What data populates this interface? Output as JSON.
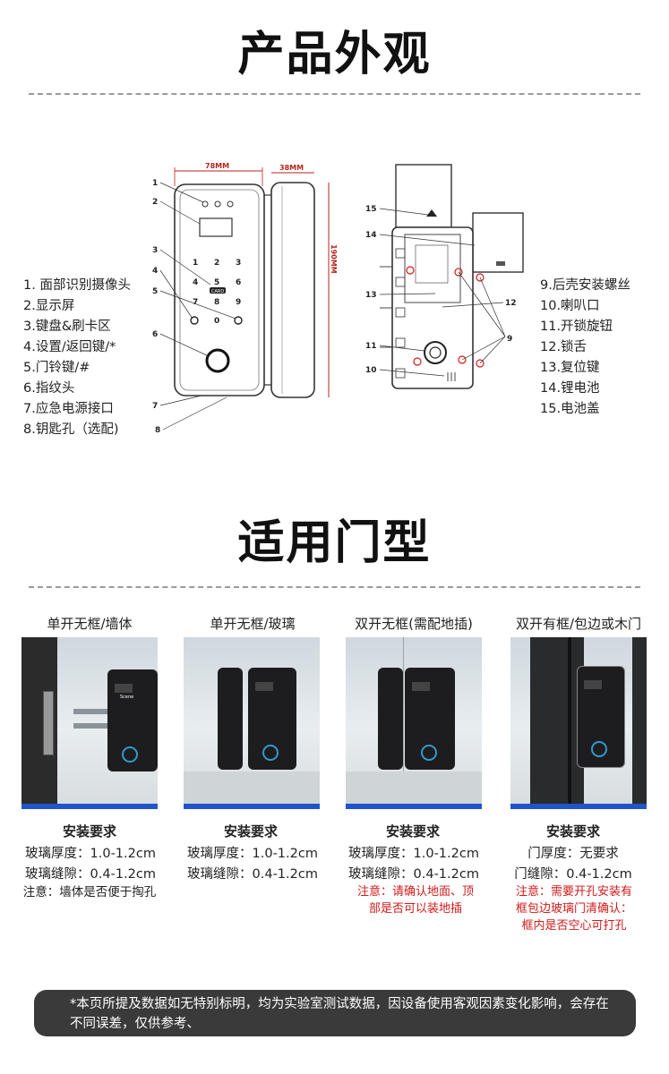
{
  "section1": {
    "title": "产品外观"
  },
  "diagram": {
    "dim_width_front": "78MM",
    "dim_width_side": "38MM",
    "dim_height": "190MM",
    "keypad_keys": [
      "1",
      "2",
      "3",
      "4",
      "5",
      "6",
      "7",
      "8",
      "9",
      "",
      "0",
      ""
    ],
    "card_label": "CARD",
    "left_callouts": [
      "1",
      "2",
      "3",
      "4",
      "5",
      "6",
      "7",
      "8"
    ],
    "right_callouts": [
      "15",
      "14",
      "13",
      "12",
      "11",
      "10",
      "9"
    ]
  },
  "legend_left": [
    "1. 面部识别摄像头",
    "2.显示屏",
    "3.键盘&刷卡区",
    "4.设置/返回键/*",
    "5.门铃键/#",
    "6.指纹头",
    "7.应急电源接口",
    "8.钥匙孔（选配)"
  ],
  "legend_right": [
    "9.后壳安装螺丝",
    "10.喇叭口",
    "11.开锁旋钮",
    "12.锁舌",
    "13.复位键",
    "14.锂电池",
    "15.电池盖"
  ],
  "section2": {
    "title": "适用门型"
  },
  "door_types": [
    {
      "title": "单开无框/墙体",
      "req_title": "安装要求",
      "lines": [
        "玻璃厚度：1.0-1.2cm",
        "玻璃缝隙：0.4-1.2cm"
      ],
      "note": "注意：墙体是否便于掏孔",
      "note_red": false
    },
    {
      "title": "单开无框/玻璃",
      "req_title": "安装要求",
      "lines": [
        "玻璃厚度：1.0-1.2cm",
        "玻璃缝隙：0.4-1.2cm"
      ],
      "note": "",
      "note_red": false
    },
    {
      "title": "双开无框(需配地插)",
      "req_title": "安装要求",
      "lines": [
        "玻璃厚度：1.0-1.2cm",
        "玻璃缝隙：0.4-1.2cm"
      ],
      "note": "注意：请确认地面、顶部是否可以装地插",
      "note_red": true
    },
    {
      "title": "双开有框/包边或木门",
      "req_title": "安装要求",
      "lines": [
        "门厚度：无要求",
        "门缝隙：0.4-1.2cm"
      ],
      "note": "注意：需要开孔安装有框包边玻璃门清确认：框内是否空心可打孔",
      "note_red": true
    }
  ],
  "lock_brand": "Scene",
  "disclaimer": "*本页所提及数据如无特别标明，均为实验室测试数据，因设备使用客观因素变化影响，会存在不同误差，仅供参考、",
  "colors": {
    "accent_blue": "#1f55c8",
    "note_red": "#d11a1a",
    "panel_dark": "#3a3a3a"
  }
}
